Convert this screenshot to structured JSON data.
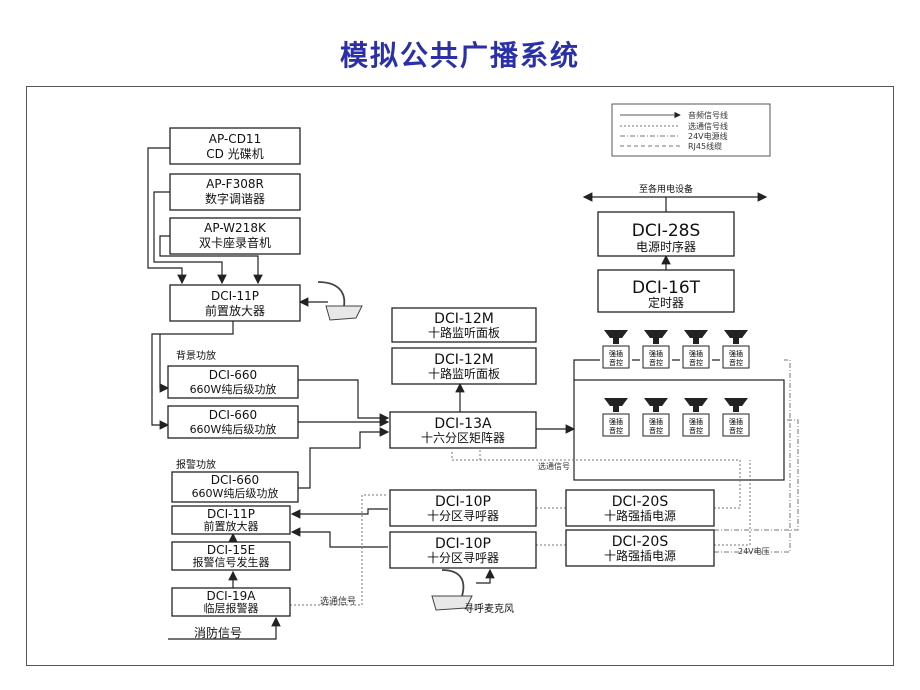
{
  "title": "模拟公共广播系统",
  "legend": [
    "音频信号线",
    "选通信号线",
    "24V电源线",
    "RJ45线缆"
  ],
  "devices": {
    "cd": {
      "model": "AP-CD11",
      "name": "CD 光碟机"
    },
    "tuner": {
      "model": "AP-F308R",
      "name": "数字调谐器"
    },
    "deck": {
      "model": "AP-W218K",
      "name": "双卡座录音机"
    },
    "pre1": {
      "model": "DCI-11P",
      "name": "前置放大器"
    },
    "amp1": {
      "model": "DCI-660",
      "name": "660W纯后级功放"
    },
    "amp2": {
      "model": "DCI-660",
      "name": "660W纯后级功放"
    },
    "amp3": {
      "model": "DCI-660",
      "name": "660W纯后级功放"
    },
    "pre2": {
      "model": "DCI-11P",
      "name": "前置放大器"
    },
    "alarmgen": {
      "model": "DCI-15E",
      "name": "报警信号发生器"
    },
    "floor": {
      "model": "DCI-19A",
      "name": "临层报警器"
    },
    "mon1": {
      "model": "DCI-12M",
      "name": "十路监听面板"
    },
    "mon2": {
      "model": "DCI-12M",
      "name": "十路监听面板"
    },
    "matrix": {
      "model": "DCI-13A",
      "name": "十六分区矩阵器"
    },
    "pager1": {
      "model": "DCI-10P",
      "name": "十分区寻呼器"
    },
    "pager2": {
      "model": "DCI-10P",
      "name": "十分区寻呼器"
    },
    "psu1": {
      "model": "DCI-20S",
      "name": "十路强插电源"
    },
    "psu2": {
      "model": "DCI-20S",
      "name": "十路强插电源"
    },
    "seq": {
      "model": "DCI-28S",
      "name": "电源时序器"
    },
    "timer": {
      "model": "DCI-16T",
      "name": "定时器"
    }
  },
  "labels": {
    "bg_amp": "背景功放",
    "alarm_amp": "报警功放",
    "to_equipment": "至各用电设备",
    "select_signal_1": "选通信号",
    "select_signal_2": "选通信号",
    "v24": "24V电压",
    "pager_mic": "寻呼麦克风",
    "fire_signal": "消防信号",
    "speaker_ctrl_1": "强插",
    "speaker_ctrl_2": "音控"
  }
}
